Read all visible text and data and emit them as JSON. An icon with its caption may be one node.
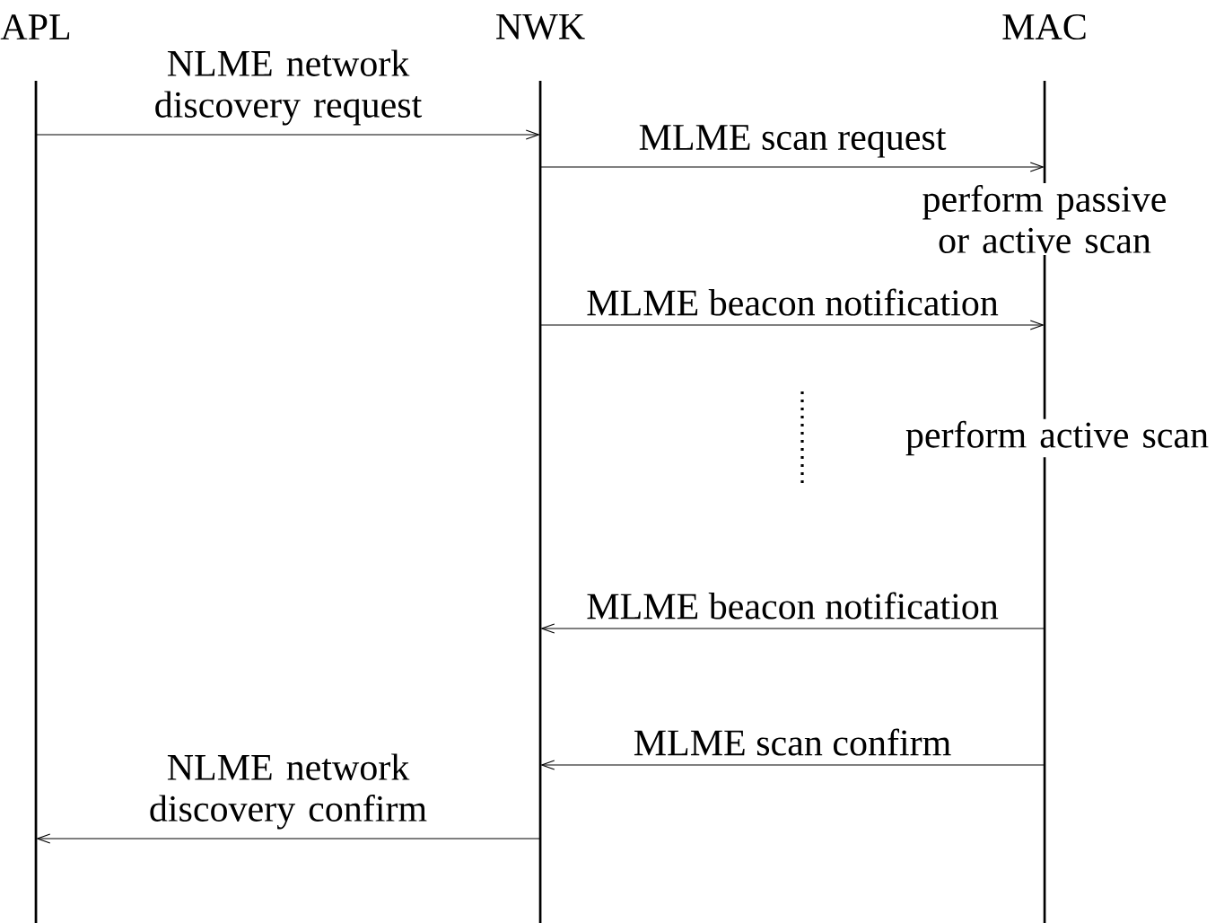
{
  "diagram": {
    "nodes": [
      {
        "text": [
          "APL"
        ]
      },
      {
        "text": [
          "NWK"
        ]
      },
      {
        "text": [
          "MAC"
        ]
      }
    ],
    "edges": [
      {
        "from": 0,
        "to": 1,
        "arrow": "to",
        "label": "NLME network discovery request"
      },
      {
        "from": 1,
        "to": 2,
        "arrow": "to",
        "label": "MLME scan request"
      },
      {
        "from": 1,
        "to": 2,
        "arrow": "to",
        "label": "MLME beacon notification"
      },
      {
        "from": 2,
        "to": 1,
        "arrow": "to",
        "label": "MLME beacon notification"
      },
      {
        "from": 2,
        "to": 1,
        "arrow": "to",
        "label": "MLME scan confirm"
      },
      {
        "from": 1,
        "to": 0,
        "arrow": "to",
        "label": "NLME network discovery confirm"
      }
    ],
    "labels": [
      "perform passive or active scan",
      "perform active scan"
    ]
  }
}
